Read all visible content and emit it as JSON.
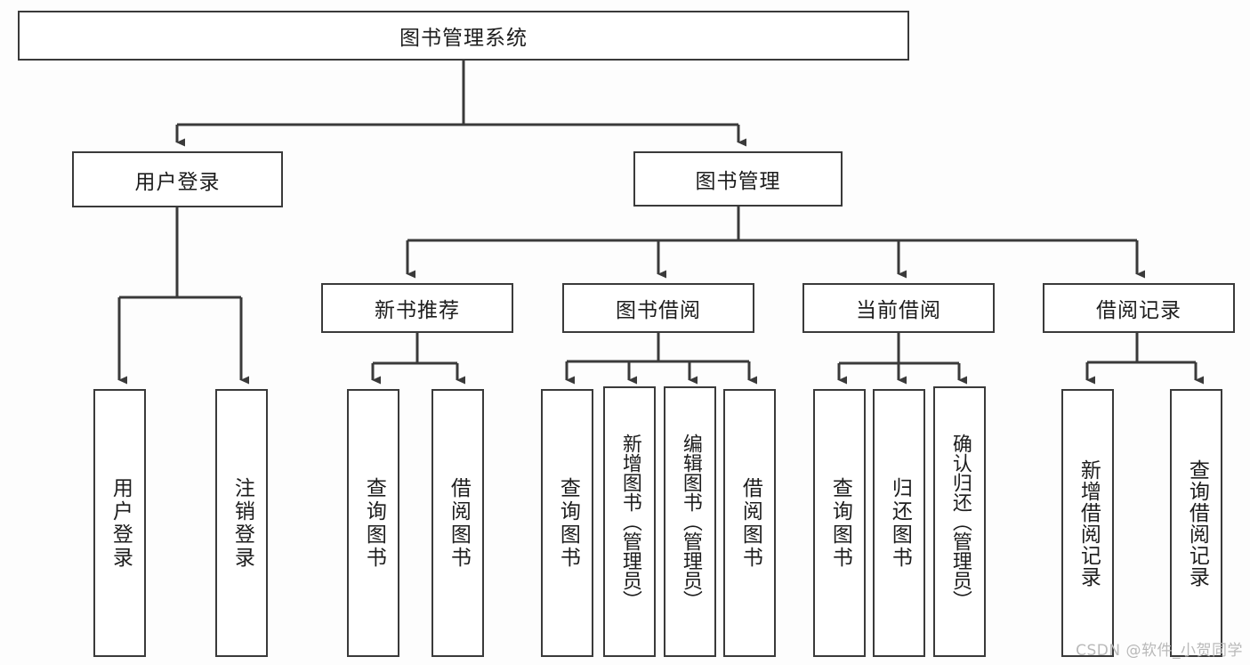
{
  "diagram": {
    "type": "tree",
    "title": "图书管理系统",
    "watermark": "CSDN @软件_小贺同学",
    "colors": {
      "line": "#3a3a3a",
      "box_border": "#3a3a3a",
      "box_fill": "#ffffff",
      "text": "#1d1d1d",
      "background": "#fdfdfd",
      "watermark": "#b9b9b9"
    },
    "nodes": {
      "root": {
        "label": "图书管理系统"
      },
      "level2": [
        {
          "label": "用户登录"
        },
        {
          "label": "图书管理"
        }
      ],
      "level3": [
        {
          "label": "新书推荐"
        },
        {
          "label": "图书借阅"
        },
        {
          "label": "当前借阅"
        },
        {
          "label": "借阅记录"
        }
      ],
      "leaves": {
        "user_login": [
          {
            "label": "用户登录"
          },
          {
            "label": "注销登录"
          }
        ],
        "new_book": [
          {
            "label": "查询图书"
          },
          {
            "label": "借阅图书"
          }
        ],
        "borrow_book": [
          {
            "label": "查询图书"
          },
          {
            "label": "新增图书（管理员）"
          },
          {
            "label": "编辑图书（管理员）"
          },
          {
            "label": "借阅图书"
          }
        ],
        "current_borrow": [
          {
            "label": "查询图书"
          },
          {
            "label": "归还图书"
          },
          {
            "label": "确认归还（管理员）"
          }
        ],
        "borrow_record": [
          {
            "label": "新增借阅记录"
          },
          {
            "label": "查询借阅记录"
          }
        ]
      }
    }
  }
}
